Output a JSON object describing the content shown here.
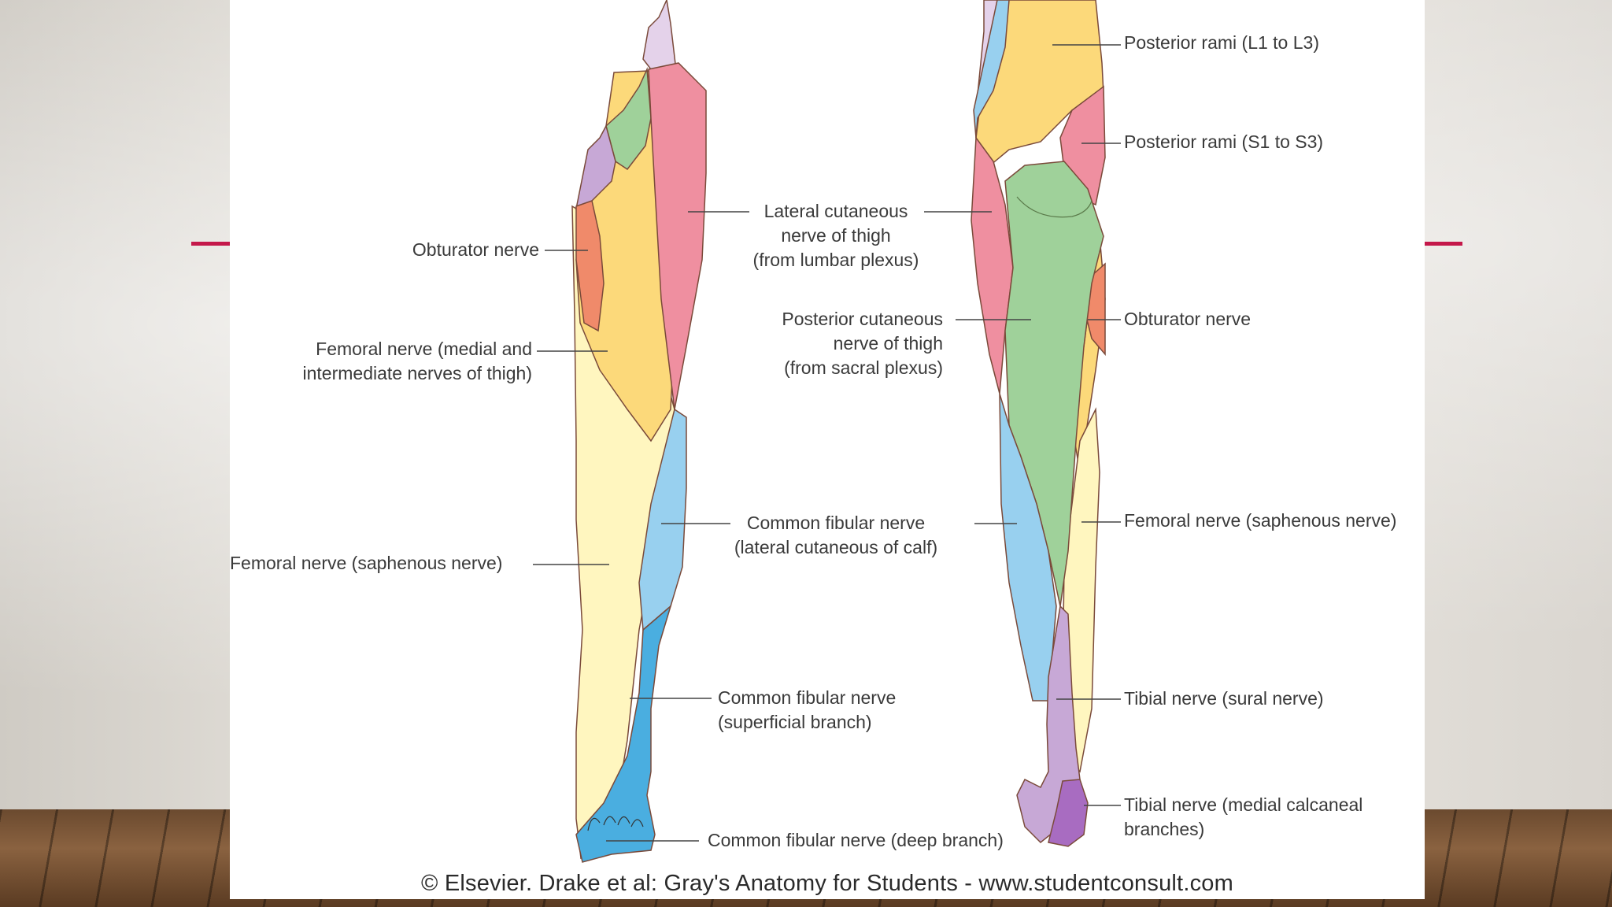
{
  "figure": {
    "anterior_labels": {
      "obturator": "Obturator nerve",
      "femoral_medial": "Femoral nerve (medial and\nintermediate nerves of thigh)",
      "femoral_saphenous": "Femoral nerve (saphenous nerve)",
      "lateral_cutaneous": "Lateral cutaneous\nnerve of thigh\n(from lumbar plexus)",
      "posterior_cutaneous": "Posterior cutaneous\nnerve of thigh\n(from sacral plexus)",
      "common_fibular_lateral": "Common fibular nerve\n(lateral cutaneous of calf)",
      "common_fibular_superficial": "Common fibular nerve\n(superficial branch)",
      "common_fibular_deep": "Common fibular nerve (deep branch)"
    },
    "posterior_labels": {
      "rami_lumbar": "Posterior rami (L1 to L3)",
      "rami_sacral": "Posterior rami (S1 to S3)",
      "obturator": "Obturator nerve",
      "femoral_saphenous": "Femoral nerve (saphenous nerve)",
      "tibial_sural": "Tibial nerve (sural nerve)",
      "tibial_calcaneal": "Tibial nerve (medial calcaneal\nbranches)"
    },
    "credit": "© Elsevier. Drake et al: Gray's Anatomy for Students - www.studentconsult.com"
  },
  "colors": {
    "accent": "#c4184a",
    "yellow": "#fcd97a",
    "pale_yellow": "#fff6bf",
    "pink": "#ef8fa0",
    "green": "#9fd19a",
    "lavender": "#c7a8d6",
    "pale_lavender": "#e4d2ea",
    "light_blue": "#98d0ef",
    "blue": "#4aaee0",
    "orange": "#f08a6a",
    "purple": "#a86cc1"
  }
}
